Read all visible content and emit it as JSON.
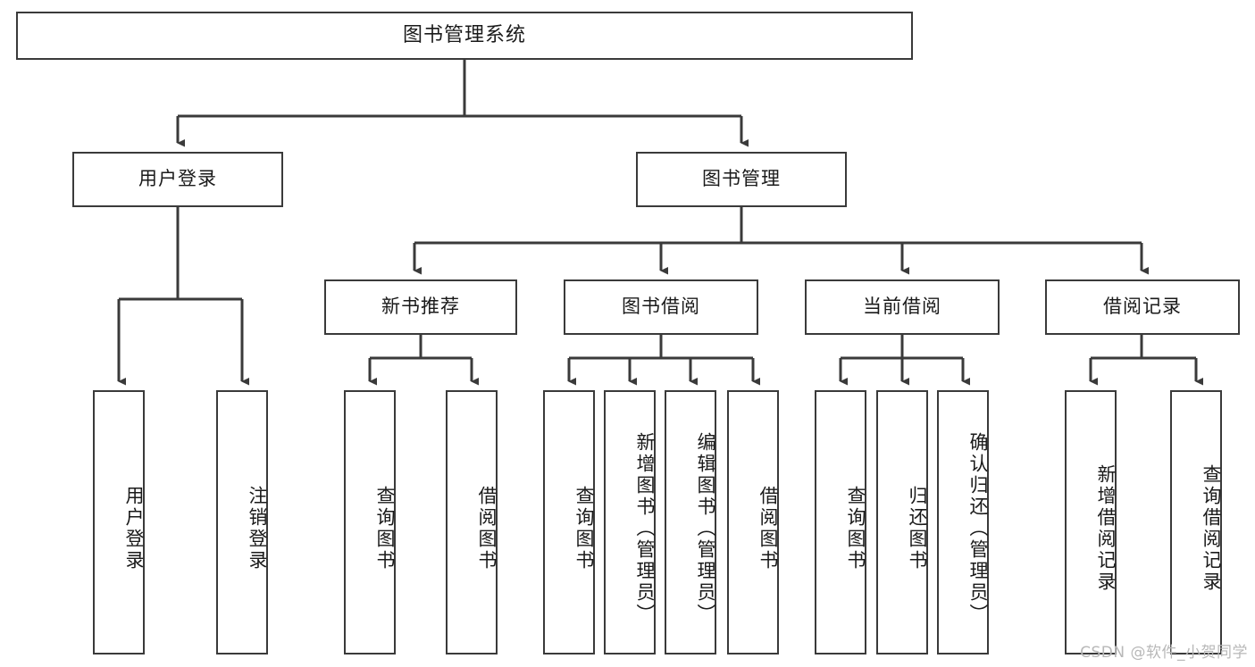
{
  "diagram": {
    "title": "图书管理系统",
    "watermark": "CSDN @软件_小贺同学",
    "stroke_color": "#3a3a3a",
    "background_color": "#ffffff",
    "text_color": "#1a1a1a",
    "levels": {
      "root": {
        "label": "图书管理系统"
      },
      "level2": [
        {
          "label": "用户登录"
        },
        {
          "label": "图书管理"
        }
      ],
      "level3": [
        {
          "label": "新书推荐"
        },
        {
          "label": "图书借阅"
        },
        {
          "label": "当前借阅"
        },
        {
          "label": "借阅记录"
        }
      ],
      "leaves": {
        "user_login": [
          {
            "label": "用户登录"
          },
          {
            "label": "注销登录"
          }
        ],
        "new_book_recommend": [
          {
            "label": "查询图书"
          },
          {
            "label": "借阅图书"
          }
        ],
        "book_borrow": [
          {
            "label": "查询图书"
          },
          {
            "label": "新增图书（管理员）"
          },
          {
            "label": "编辑图书（管理员）"
          },
          {
            "label": "借阅图书"
          }
        ],
        "current_borrow": [
          {
            "label": "查询图书"
          },
          {
            "label": "归还图书"
          },
          {
            "label": "确认归还（管理员）"
          }
        ],
        "borrow_record": [
          {
            "label": "新增借阅记录"
          },
          {
            "label": "查询借阅记录"
          }
        ]
      }
    }
  }
}
